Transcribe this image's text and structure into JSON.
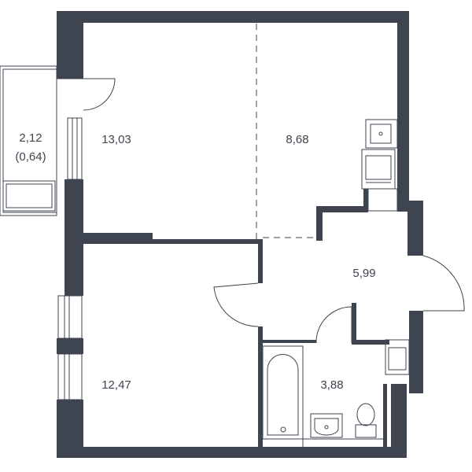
{
  "plan": {
    "rooms": [
      {
        "id": "balcony",
        "area": "2,12",
        "area_secondary": "(0,64)"
      },
      {
        "id": "room-upper",
        "area": "13,03"
      },
      {
        "id": "kitchen",
        "area": "8,68"
      },
      {
        "id": "room-lower",
        "area": "12,47"
      },
      {
        "id": "hallway",
        "area": "5,99"
      },
      {
        "id": "bathroom",
        "area": "3,88"
      }
    ],
    "colors": {
      "wall": "#3e4450",
      "background": "#ffffff"
    }
  }
}
